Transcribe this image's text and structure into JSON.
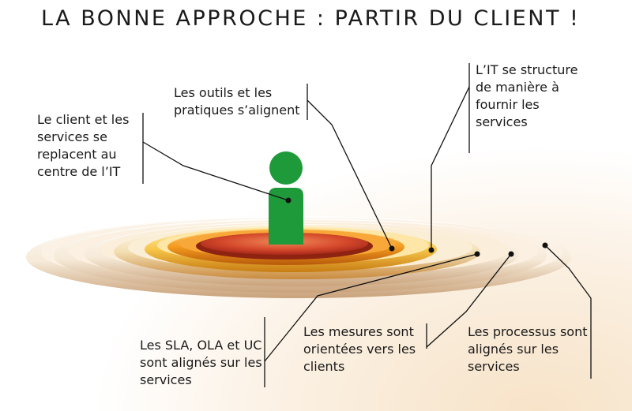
{
  "title": "LA BONNE APPROCHE : PARTIR DU CLIENT !",
  "labels": {
    "client": [
      "Le client et les",
      "services se",
      "replacent au",
      "centre de l’IT"
    ],
    "outils": [
      "Les outils et les",
      "pratiques s’alignent"
    ],
    "it": [
      "L’IT se structure",
      "de manière à",
      "fournir les",
      "services"
    ],
    "sla": [
      "Les SLA, OLA et UC",
      "sont alignés sur les",
      "services"
    ],
    "mesures": [
      "Les mesures sont",
      "orientées vers les",
      "clients"
    ],
    "processus": [
      "Les processus sont",
      "alignés sur les",
      "services"
    ]
  },
  "colors": {
    "person": "#1f9a3b",
    "ring_outer": "#f4e9d8",
    "ring_mid": "#f5b233",
    "ring_inner": "#d2452a"
  },
  "icons": [
    "person-icon"
  ]
}
